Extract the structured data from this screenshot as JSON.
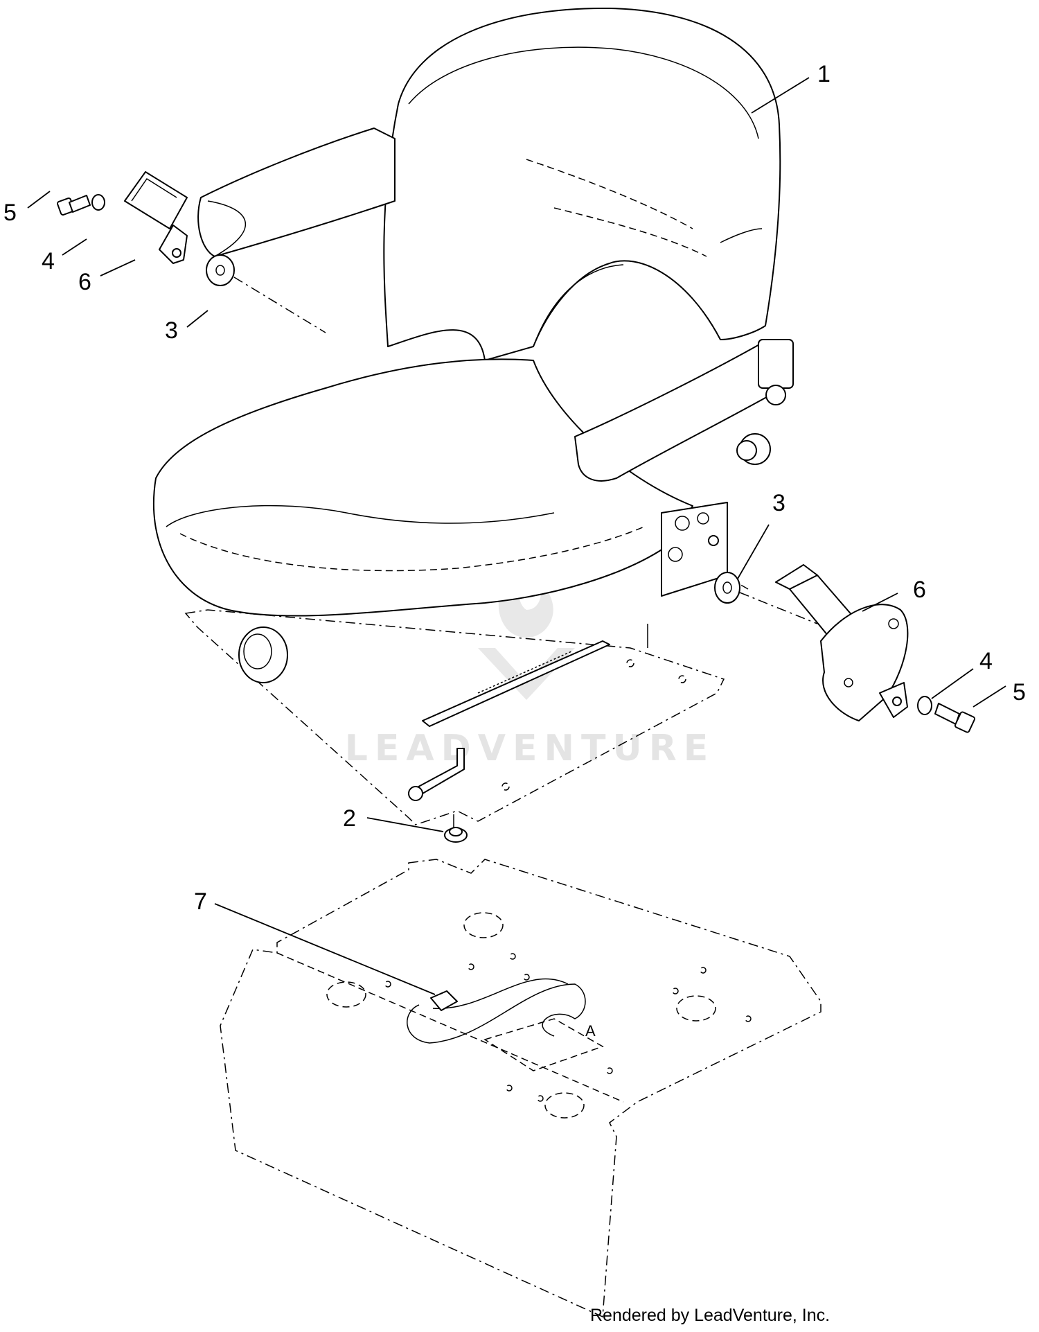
{
  "diagram": {
    "callouts": [
      {
        "id": "c1",
        "label": "1"
      },
      {
        "id": "c2",
        "label": "2"
      },
      {
        "id": "c3a",
        "label": "3"
      },
      {
        "id": "c3b",
        "label": "3"
      },
      {
        "id": "c4a",
        "label": "4"
      },
      {
        "id": "c4b",
        "label": "4"
      },
      {
        "id": "c5a",
        "label": "5"
      },
      {
        "id": "c5b",
        "label": "5"
      },
      {
        "id": "c6a",
        "label": "6"
      },
      {
        "id": "c6b",
        "label": "6"
      },
      {
        "id": "c7",
        "label": "7"
      }
    ],
    "panel_mark": "A",
    "watermark": "LEADVENTURE",
    "footer": "Rendered by LeadVenture, Inc."
  },
  "colors": {
    "line": "#000000",
    "background": "#ffffff",
    "watermark": "#e2e2e2"
  }
}
